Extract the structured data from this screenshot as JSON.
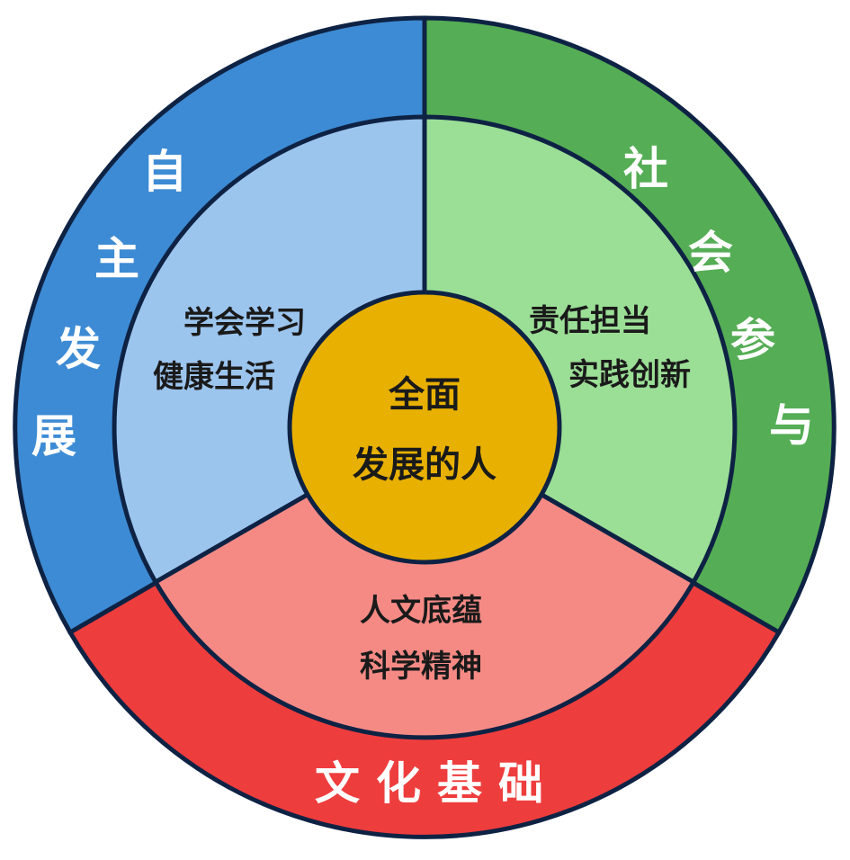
{
  "center": {
    "line1": "全面",
    "line2": "发展的人",
    "color": "#E8B000"
  },
  "sections": [
    {
      "key": "autonomous",
      "outer_label": "自主发展",
      "inner_lines": [
        "学会学习",
        "健康生活"
      ],
      "outer_color": "#3D8BD4",
      "inner_color": "#9CC5EE"
    },
    {
      "key": "social",
      "outer_label": "社会参与",
      "inner_lines": [
        "责任担当",
        "实践创新"
      ],
      "outer_color": "#55AD55",
      "inner_color": "#9BDE96"
    },
    {
      "key": "culture",
      "outer_label": "文化基础",
      "inner_lines": [
        "人文底蕴",
        "科学精神"
      ],
      "outer_color": "#EE3D3D",
      "inner_color": "#F58A85"
    }
  ],
  "outline_color": "#0E2244"
}
